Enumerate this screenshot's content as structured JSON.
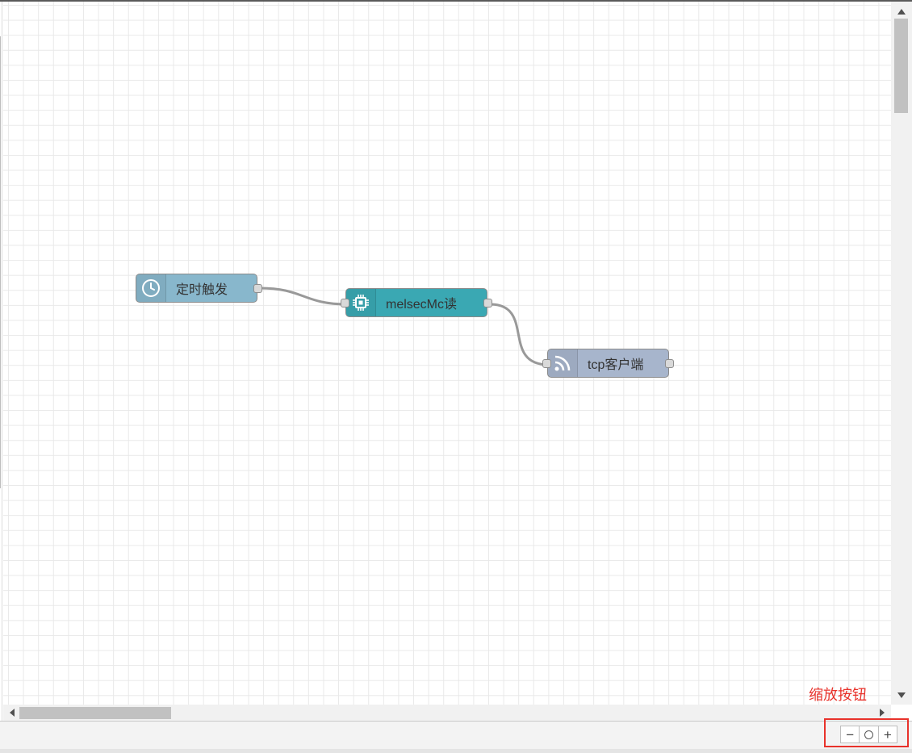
{
  "workspace": {
    "nodes": [
      {
        "id": "inject",
        "label": "定时触发",
        "icon": "clock-icon",
        "color": "#88b7cc"
      },
      {
        "id": "melsec",
        "label": "melsecMc读",
        "icon": "chip-icon",
        "color": "#3aa8b3"
      },
      {
        "id": "tcp",
        "label": "tcp客户端",
        "icon": "rss-feed-icon",
        "color": "#a7b5cc"
      }
    ],
    "wires": [
      {
        "from": "inject",
        "to": "melsec"
      },
      {
        "from": "melsec",
        "to": "tcp"
      }
    ]
  },
  "zoom": {
    "out_label": "−",
    "reset_icon": "circle-icon",
    "in_label": "+"
  },
  "annotation": {
    "text": "缩放按钮",
    "color": "#e8322b"
  }
}
